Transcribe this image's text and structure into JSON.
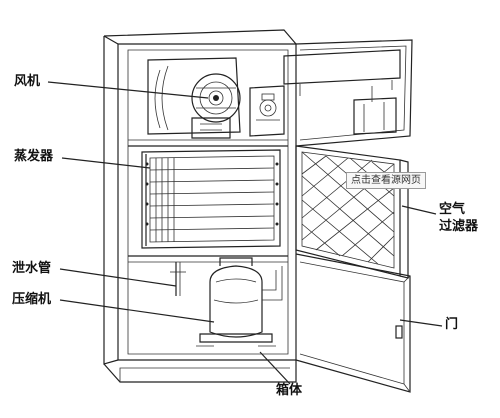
{
  "labels": {
    "fan": "风机",
    "evaporator": "蒸发器",
    "drain_pipe": "泄水管",
    "compressor": "压缩机",
    "air_filter_line1": "空气",
    "air_filter_line2": "过滤器",
    "door": "门",
    "cabinet": "箱体"
  },
  "tooltip": "点击查看源网页"
}
